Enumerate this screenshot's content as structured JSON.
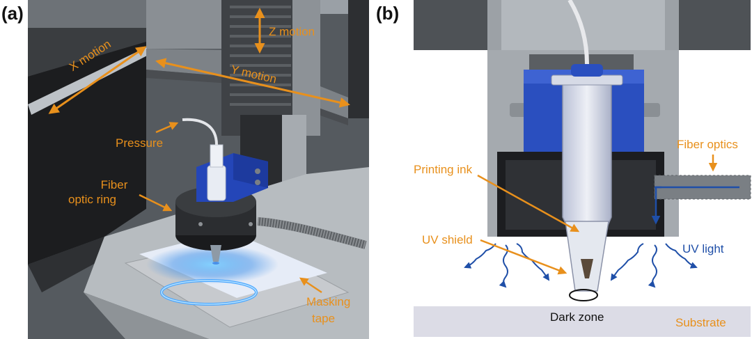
{
  "panels": {
    "a": {
      "letter": "(a)"
    },
    "b": {
      "letter": "(b)"
    }
  },
  "labels_a": {
    "z_motion": "Z motion",
    "x_motion": "X motion",
    "y_motion": "Y motion",
    "pressure": "Pressure",
    "fiber_ring_line1": "Fiber",
    "fiber_ring_line2": "optic ring",
    "masking_line1": "Masking",
    "masking_line2": "tape"
  },
  "labels_b": {
    "fiber_optics": "Fiber optics",
    "printing_ink": "Printing ink",
    "uv_shield": "UV shield",
    "uv_light": "UV light",
    "dark_zone": "Dark zone",
    "substrate": "Substrate"
  },
  "colors": {
    "annotation": "#e8901c",
    "uv_light": "#1f4fa8",
    "holder_blue": "#2a4fbf",
    "uv_glow": "#5fb8ff"
  }
}
